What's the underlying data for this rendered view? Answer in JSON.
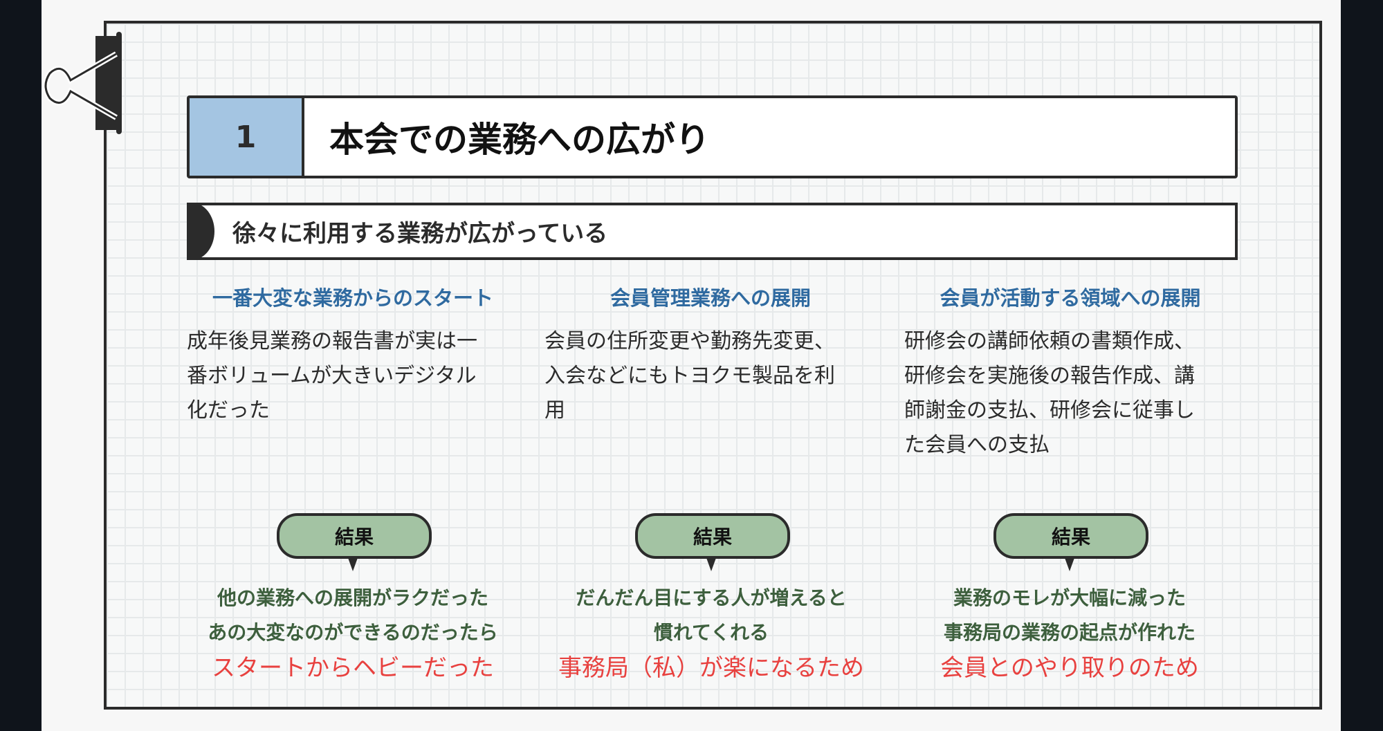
{
  "slide": {
    "number": "1",
    "title": "本会での業務への広がり",
    "subtitle": "徐々に利用する業務が広がっている",
    "result_label": "結果",
    "columns": [
      {
        "heading": "一番大変な業務からのスタート",
        "body": [
          "成年後見業務の報告書が実は一",
          "番ボリュームが大きいデジタル",
          "化だった"
        ],
        "result_lines": [
          "他の業務への展開がラクだった",
          "あの大変なのができるのだったら"
        ],
        "reason": "スタートからヘビーだった"
      },
      {
        "heading": "会員管理業務への展開",
        "body": [
          "会員の住所変更や勤務先変更、",
          "入会などにもトヨクモ製品を利",
          "用"
        ],
        "result_lines": [
          "だんだん目にする人が増えると",
          "慣れてくれる"
        ],
        "reason": "事務局（私）が楽になるため"
      },
      {
        "heading": "会員が活動する領域への展開",
        "body": [
          "研修会の講師依頼の書類作成、",
          "研修会を実施後の報告作成、講",
          "師謝金の支払、研修会に従事し",
          "た会員への支払"
        ],
        "result_lines": [
          "業務のモレが大幅に減った",
          "事務局の業務の起点が作れた"
        ],
        "reason": "会員とのやり取りのため"
      }
    ]
  },
  "colors": {
    "number_bg": "#a4c5e2",
    "heading": "#2f6aa0",
    "bubble": "#a3c3a3",
    "result": "#3d5f3d",
    "reason": "#e8413f"
  }
}
